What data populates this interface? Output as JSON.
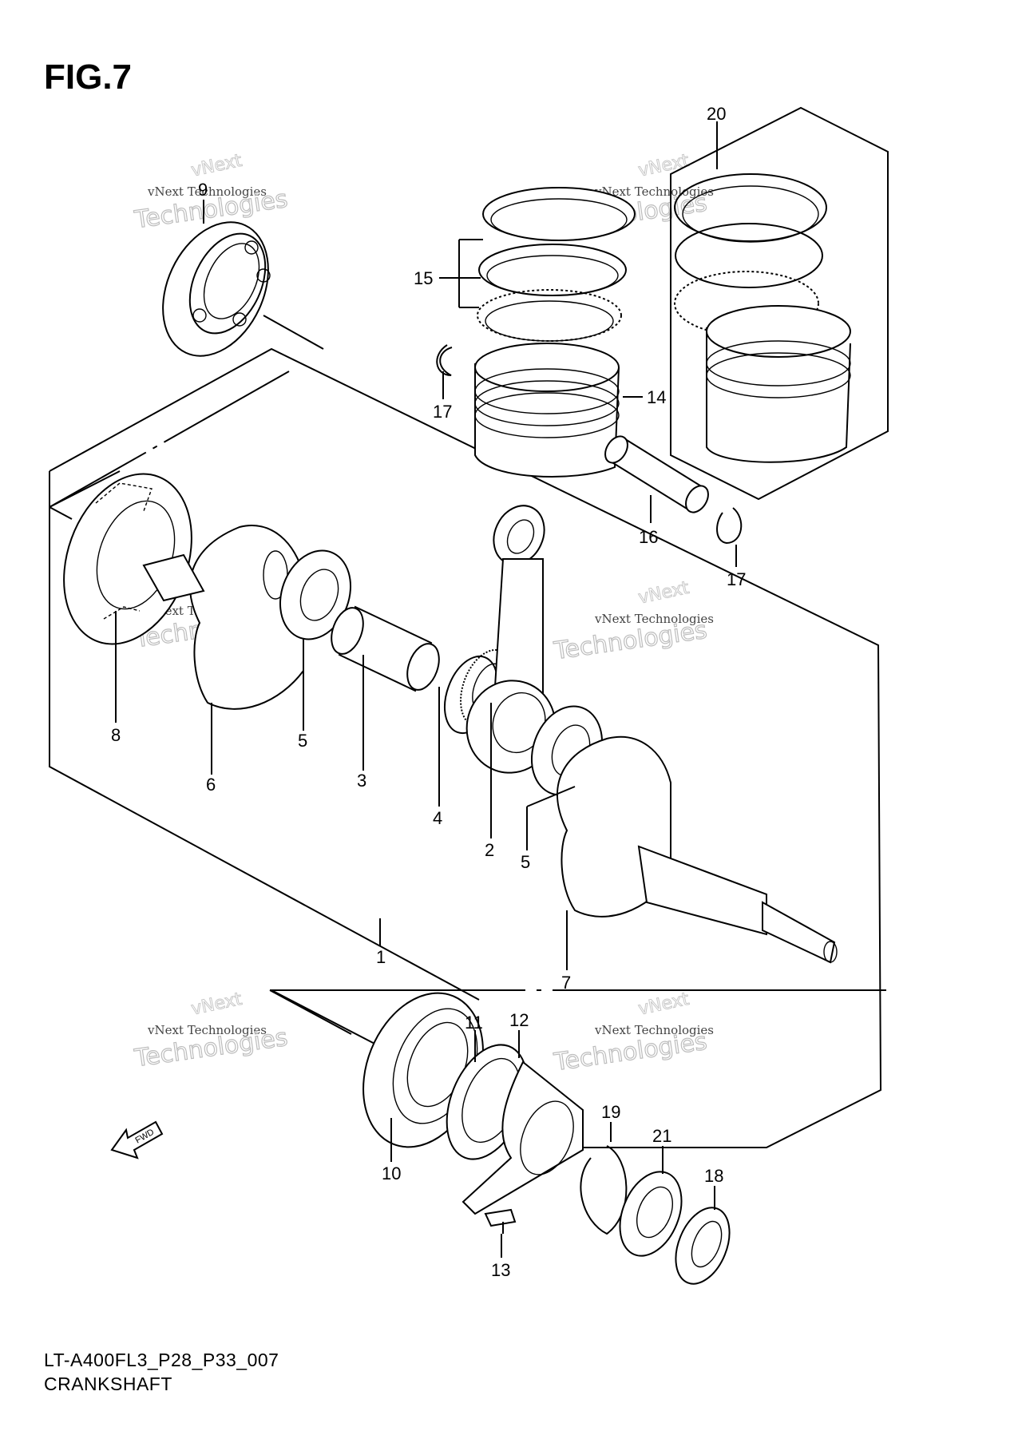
{
  "figure": {
    "title": "FIG.7",
    "code": "LT-A400FL3_P28_P33_007",
    "name": "CRANKSHAFT"
  },
  "fwd_label": "FWD",
  "watermark": {
    "company": "vNext Technologies",
    "brand_word": "Technologies",
    "small_word": "vNext"
  },
  "callouts": [
    {
      "id": "c1",
      "label": "1"
    },
    {
      "id": "c2",
      "label": "2"
    },
    {
      "id": "c3",
      "label": "3"
    },
    {
      "id": "c4",
      "label": "4"
    },
    {
      "id": "c5a",
      "label": "5"
    },
    {
      "id": "c5b",
      "label": "5"
    },
    {
      "id": "c6",
      "label": "6"
    },
    {
      "id": "c7",
      "label": "7"
    },
    {
      "id": "c8",
      "label": "8"
    },
    {
      "id": "c9",
      "label": "9"
    },
    {
      "id": "c10",
      "label": "10"
    },
    {
      "id": "c11",
      "label": "11"
    },
    {
      "id": "c12",
      "label": "12"
    },
    {
      "id": "c13",
      "label": "13"
    },
    {
      "id": "c14",
      "label": "14"
    },
    {
      "id": "c15",
      "label": "15"
    },
    {
      "id": "c16",
      "label": "16"
    },
    {
      "id": "c17a",
      "label": "17"
    },
    {
      "id": "c17b",
      "label": "17"
    },
    {
      "id": "c18",
      "label": "18"
    },
    {
      "id": "c19",
      "label": "19"
    },
    {
      "id": "c20",
      "label": "20"
    },
    {
      "id": "c21",
      "label": "21"
    }
  ]
}
